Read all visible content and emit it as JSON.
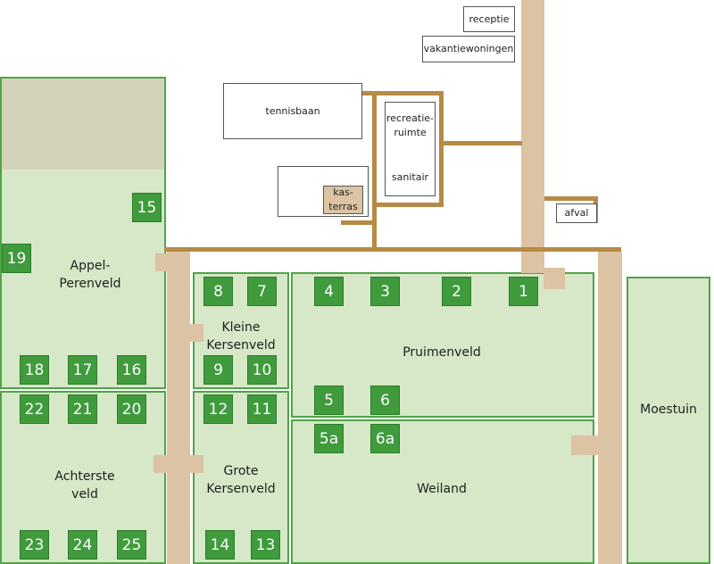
{
  "buildings": {
    "receptie": "receptie",
    "vakantiewoningen": "vakantiewoningen",
    "tennisbaan": "tennisbaan",
    "recreatieruimte": "recreatie-\nruimte",
    "sanitair": "sanitair",
    "kasterras": "kas-\nterras",
    "afval": "afval"
  },
  "fields": {
    "appel_perenveld": "Appel-\nPerenveld",
    "achterste_veld": "Achterste\nveld",
    "kleine_kersenveld": "Kleine\nKersenveld",
    "grote_kersenveld": "Grote\nKersenveld",
    "pruimenveld": "Pruimenveld",
    "weiland": "Weiland",
    "moestuin": "Moestuin"
  },
  "plots": {
    "p1": "1",
    "p2": "2",
    "p3": "3",
    "p4": "4",
    "p5": "5",
    "p5a": "5a",
    "p6": "6",
    "p6a": "6a",
    "p7": "7",
    "p8": "8",
    "p9": "9",
    "p10": "10",
    "p11": "11",
    "p12": "12",
    "p13": "13",
    "p14": "14",
    "p15": "15",
    "p16": "16",
    "p17": "17",
    "p18": "18",
    "p19": "19",
    "p20": "20",
    "p21": "21",
    "p22": "22",
    "p23": "23",
    "p24": "24",
    "p25": "25"
  },
  "colors": {
    "field_fill": "#d6e8c7",
    "field_border": "#4fa546",
    "plot_fill": "#3f9b3c",
    "path": "#dcc3a3",
    "road": "#b78a45"
  }
}
